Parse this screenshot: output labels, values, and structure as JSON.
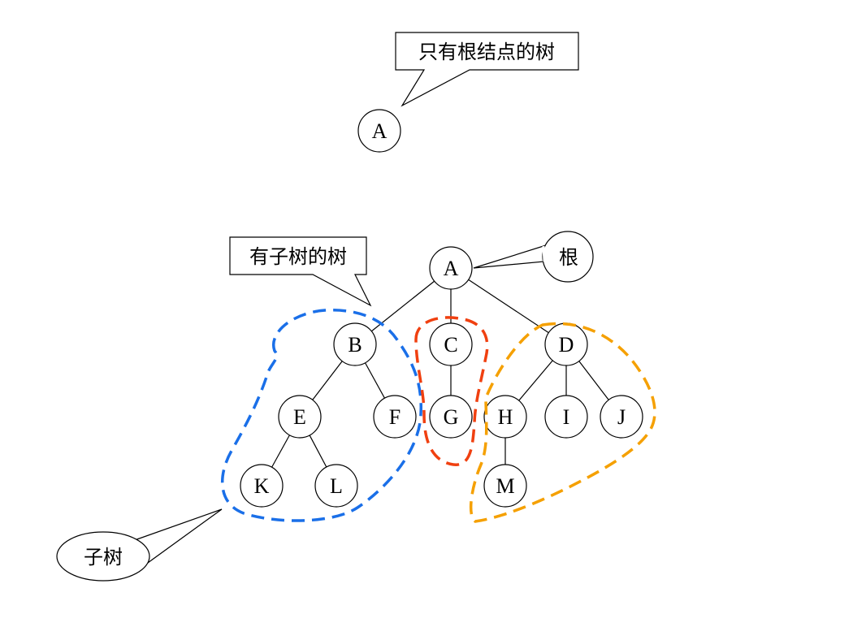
{
  "callouts": {
    "single_root_tree": "只有根结点的树",
    "tree_with_subtrees": "有子树的树",
    "root": "根",
    "subtree": "子树"
  },
  "single_tree": {
    "node": "A"
  },
  "tree": {
    "nodes": {
      "A": "A",
      "B": "B",
      "C": "C",
      "D": "D",
      "E": "E",
      "F": "F",
      "G": "G",
      "H": "H",
      "I": "I",
      "J": "J",
      "K": "K",
      "L": "L",
      "M": "M"
    },
    "edges": [
      [
        "A",
        "B"
      ],
      [
        "A",
        "C"
      ],
      [
        "A",
        "D"
      ],
      [
        "B",
        "E"
      ],
      [
        "B",
        "F"
      ],
      [
        "C",
        "G"
      ],
      [
        "D",
        "H"
      ],
      [
        "D",
        "I"
      ],
      [
        "D",
        "J"
      ],
      [
        "E",
        "K"
      ],
      [
        "E",
        "L"
      ],
      [
        "H",
        "M"
      ]
    ]
  },
  "colors": {
    "subtree_b": "#1a6fe8",
    "subtree_c": "#f04010",
    "subtree_d": "#f5a000"
  }
}
